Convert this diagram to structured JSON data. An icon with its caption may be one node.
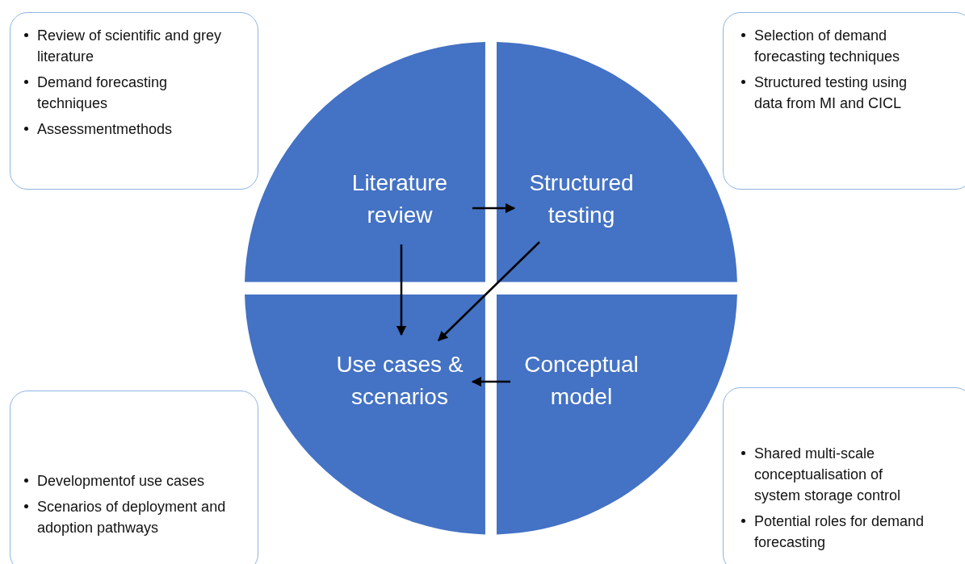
{
  "diagram": {
    "nodes": [
      {
        "text": [
          "Review of scientific and grey literature",
          "Demand forecasting techniques",
          "Assessmentmethods"
        ]
      },
      {
        "text": [
          "Selection of demand forecasting techniques",
          "Structured testing using data from MI and CICL"
        ]
      },
      {
        "text": [
          "Literature review"
        ]
      },
      {
        "text": [
          "Structured testing"
        ]
      },
      {
        "text": [
          "Use cases & scenarios"
        ]
      },
      {
        "text": [
          "Conceptual model"
        ]
      },
      {
        "text": [
          "Developmentof use cases",
          "Scenarios of deployment and adoption pathways"
        ]
      },
      {
        "text": [
          "Shared multi-scale conceptualisation of system storage control",
          "Potential roles for demand forecasting"
        ]
      }
    ],
    "edges": [
      {
        "from": 2,
        "to": 3,
        "arrow": "to"
      },
      {
        "from": 2,
        "to": 4,
        "arrow": "to"
      },
      {
        "from": 3,
        "to": 4,
        "arrow": "to"
      },
      {
        "from": 5,
        "to": 4,
        "arrow": "to"
      }
    ]
  }
}
